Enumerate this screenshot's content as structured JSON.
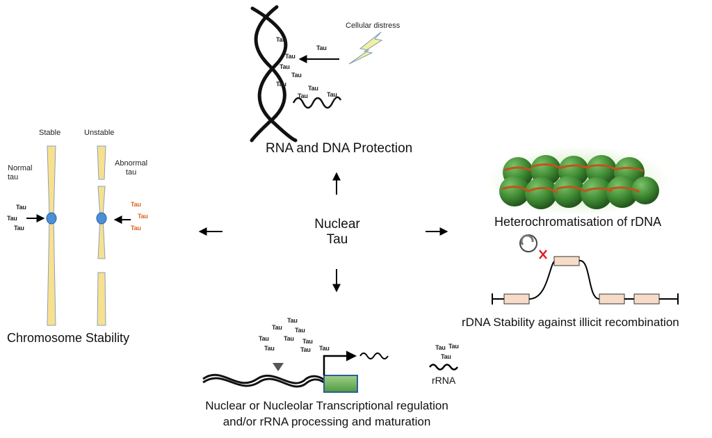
{
  "center": {
    "label": "Nuclear\nTau"
  },
  "top": {
    "caption": "RNA and DNA Protection",
    "distress_label": "Cellular distress",
    "tau_label": "Tau"
  },
  "left": {
    "caption": "Chromosome Stability",
    "stable_label": "Stable",
    "unstable_label": "Unstable",
    "normal_tau_label": "Normal\ntau",
    "abnormal_tau_label": "Abnormal\ntau",
    "tau_label": "Tau"
  },
  "right": {
    "heterochromatin_caption": "Heterochromatisation of rDNA",
    "rdna_caption": "rDNA Stability against illicit recombination"
  },
  "bottom": {
    "caption_line1": "Nuclear or Nucleolar Transcriptional regulation",
    "caption_line2": "and/or rRNA processing and maturation",
    "rrna_label": "rRNA",
    "tau_label": "Tau"
  },
  "colors": {
    "chromosome": "#f7e08e",
    "centromere": "#4a8fd8",
    "abnormal_tau": "#d9661f",
    "nucleosome": "#3f8a33",
    "nucleosome_glow": "#b9e39a",
    "dna_wrap": "#c4521c",
    "gene_box": "#6cae5a",
    "rdna_box": "#f6dcc8",
    "cross": "#e02020",
    "lightning": "#f4f0a0"
  },
  "icons": [
    "arrow-icon",
    "lightning-icon",
    "cross-icon",
    "nucleosome-icon"
  ]
}
